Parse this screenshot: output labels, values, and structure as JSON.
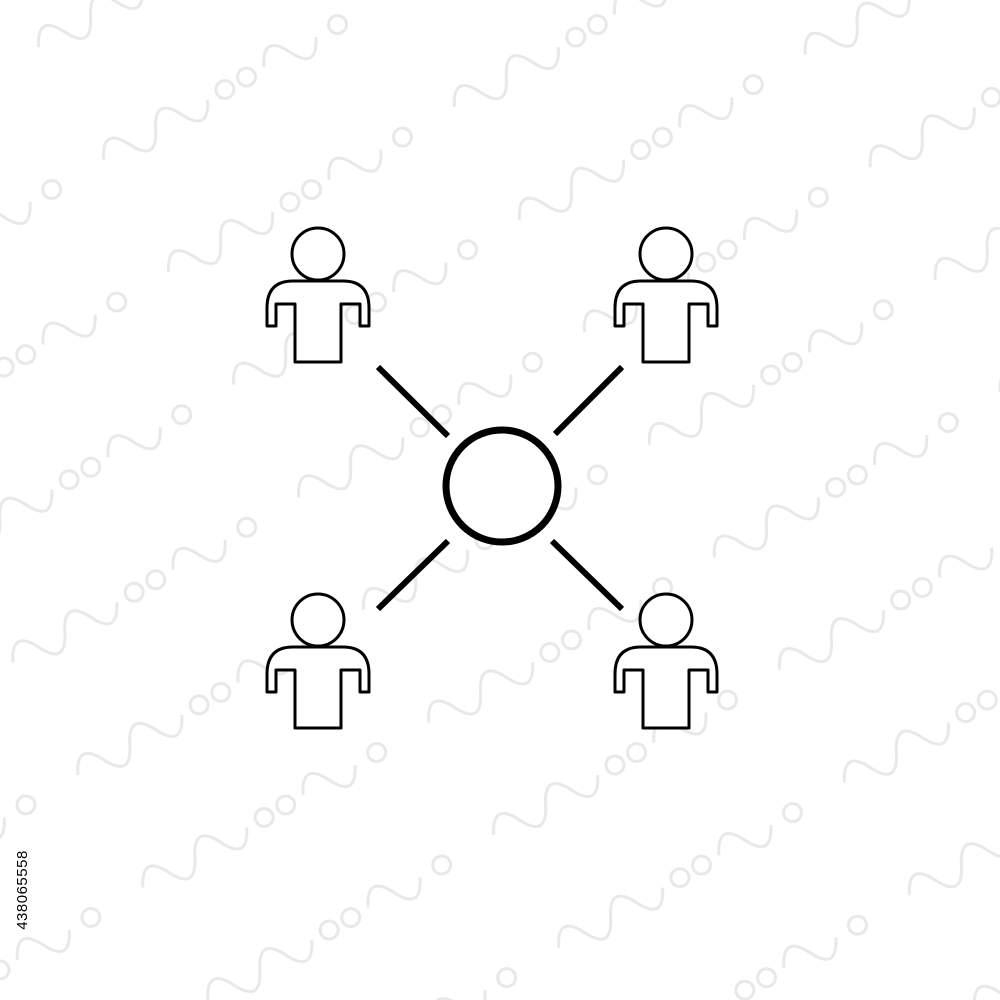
{
  "watermark": {
    "icon": "stock-watermark-pattern"
  },
  "graphic": {
    "icon": "people-network-icon",
    "hub_icon": "hub-circle-icon",
    "person_icon": "person-outline-icon",
    "stroke_color": "#000000",
    "background_color": "#ffffff",
    "person_count": 4
  },
  "stock_id": "438065558"
}
